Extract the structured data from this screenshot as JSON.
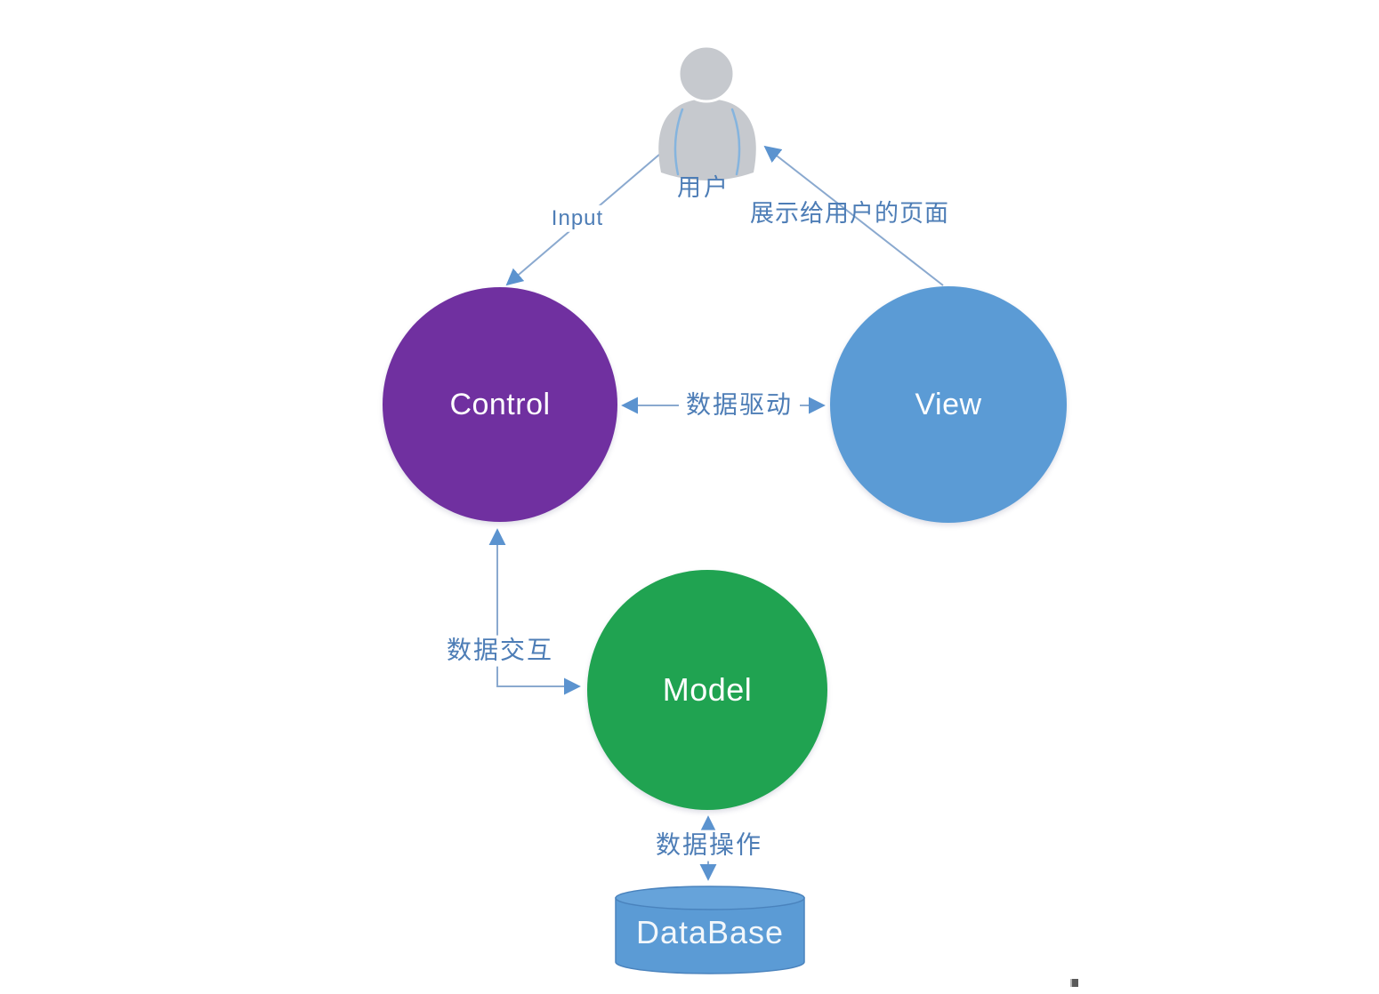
{
  "diagram": {
    "type": "mvc-architecture",
    "nodes": {
      "user": {
        "label": "用户"
      },
      "control": {
        "label": "Control"
      },
      "view": {
        "label": "View"
      },
      "model": {
        "label": "Model"
      },
      "database": {
        "label": "DataBase"
      }
    },
    "edges": {
      "input": {
        "label": "Input",
        "from": "user",
        "to": "control",
        "direction": "one-way"
      },
      "display": {
        "label": "展示给用户的页面",
        "from": "view",
        "to": "user",
        "direction": "one-way"
      },
      "data_drive": {
        "label": "数据驱动",
        "from": "control",
        "to": "view",
        "direction": "two-way"
      },
      "data_interact": {
        "label": "数据交互",
        "from": "control",
        "to": "model",
        "direction": "two-way-elbow"
      },
      "data_operate": {
        "label": "数据操作",
        "from": "model",
        "to": "database",
        "direction": "two-way"
      }
    },
    "colors": {
      "control_fill": "#7030a0",
      "view_fill": "#5b9bd5",
      "model_fill": "#20a351",
      "database_fill": "#5b9bd5",
      "database_top_fill": "#66a3da",
      "database_stroke": "#4a83bd",
      "line": "#8aa9cf",
      "arrowhead": "#5b93cf",
      "label_text": "#4d7db6",
      "node_text": "#ffffff",
      "user_icon_fill": "#c6c9ce",
      "user_icon_seam": "#85b4de"
    }
  }
}
